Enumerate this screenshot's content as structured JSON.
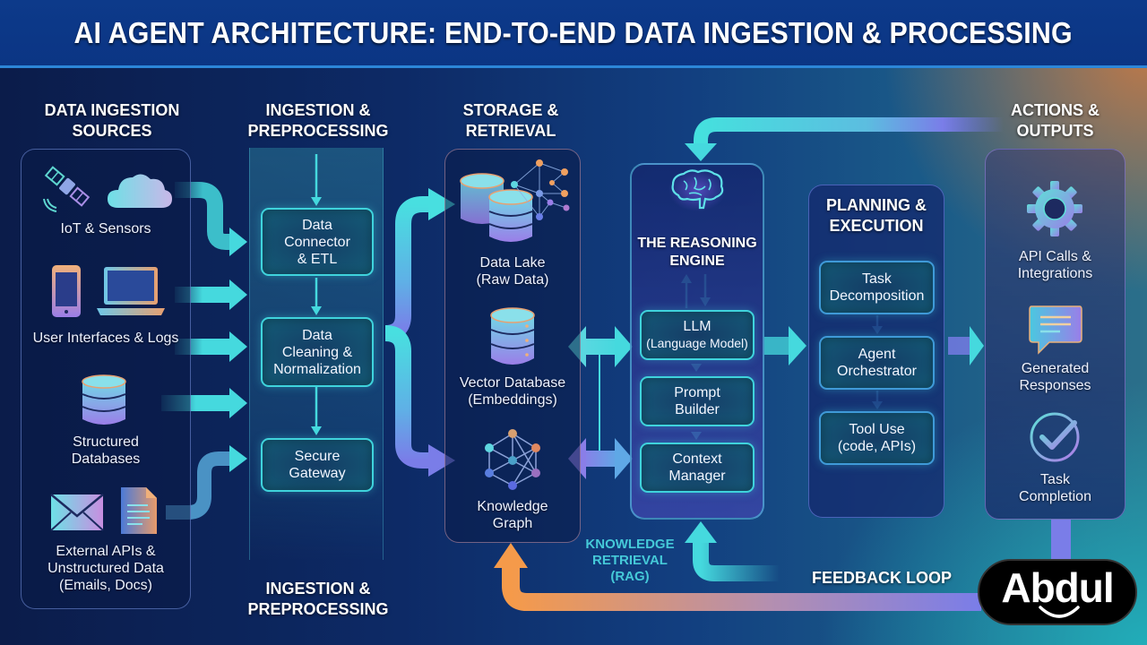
{
  "title": "AI AGENT ARCHITECTURE: END-TO-END DATA INGESTION & PROCESSING",
  "columns": {
    "sources": {
      "title_line1": "DATA INGESTION",
      "title_line2": "SOURCES",
      "items": [
        {
          "label_line1": "IoT & Sensors",
          "label_line2": "",
          "icons": [
            "satellite-icon",
            "cloud-icon"
          ]
        },
        {
          "label_line1": "User Interfaces & Logs",
          "label_line2": "",
          "icons": [
            "smartphone-icon",
            "laptop-icon"
          ]
        },
        {
          "label_line1": "Structured",
          "label_line2": "Databases",
          "icons": [
            "database-icon"
          ]
        },
        {
          "label_line1": "External APIs &",
          "label_line2": "Unstructured Data",
          "label_line3": "(Emails, Docs)",
          "icons": [
            "envelope-icon",
            "document-icon"
          ]
        }
      ]
    },
    "preprocessing": {
      "title_line1": "INGESTION &",
      "title_line2": "PREPROCESSING",
      "footer_line1": "INGESTION &",
      "footer_line2": "PREPROCESSING",
      "steps": [
        {
          "line1": "Data",
          "line2": "Connector",
          "line3": "& ETL"
        },
        {
          "line1": "Data",
          "line2": "Cleaning &",
          "line3": "Normalization"
        },
        {
          "line1": "Secure",
          "line2": "Gateway",
          "line3": ""
        }
      ]
    },
    "storage": {
      "title_line1": "STORAGE &",
      "title_line2": "RETRIEVAL",
      "items": [
        {
          "line1": "Data Lake",
          "line2": "(Raw Data)",
          "icons": [
            "database-stack-icon",
            "network-graph-icon"
          ]
        },
        {
          "line1": "Vector Database",
          "line2": "(Embeddings)",
          "icons": [
            "database-icon"
          ]
        },
        {
          "line1": "Knowledge",
          "line2": "Graph",
          "icons": [
            "knowledge-graph-icon"
          ]
        }
      ]
    },
    "reasoning": {
      "title_line1": "THE REASONING",
      "title_line2": "ENGINE",
      "icon": "brain-icon",
      "steps": [
        {
          "line1": "LLM",
          "line2": "(Language Model)"
        },
        {
          "line1": "Prompt",
          "line2": "Builder"
        },
        {
          "line1": "Context",
          "line2": "Manager"
        }
      ]
    },
    "planning": {
      "title_line1": "PLANNING &",
      "title_line2": "EXECUTION",
      "steps": [
        {
          "line1": "Task",
          "line2": "Decomposition"
        },
        {
          "line1": "Agent",
          "line2": "Orchestrator"
        },
        {
          "line1": "Tool Use",
          "line2": "(code, APIs)"
        }
      ]
    },
    "outputs": {
      "title_line1": "ACTIONS &",
      "title_line2": "OUTPUTS",
      "items": [
        {
          "line1": "API Calls &",
          "line2": "Integrations",
          "icon": "gear-icon"
        },
        {
          "line1": "Generated",
          "line2": "Responses",
          "icon": "chat-bubble-icon"
        },
        {
          "line1": "Task",
          "line2": "Completion",
          "icon": "check-circle-icon"
        }
      ]
    }
  },
  "annotations": {
    "rag_line1": "KNOWLEDGE",
    "rag_line2": "RETRIEVAL",
    "rag_line3": "(RAG)",
    "feedback": "FEEDBACK LOOP"
  },
  "logo": {
    "text": "Abdul"
  },
  "colors": {
    "cyan": "#45d9de",
    "purple": "#7a7de8",
    "orange": "#f59a4a",
    "header": "#0b3584"
  }
}
